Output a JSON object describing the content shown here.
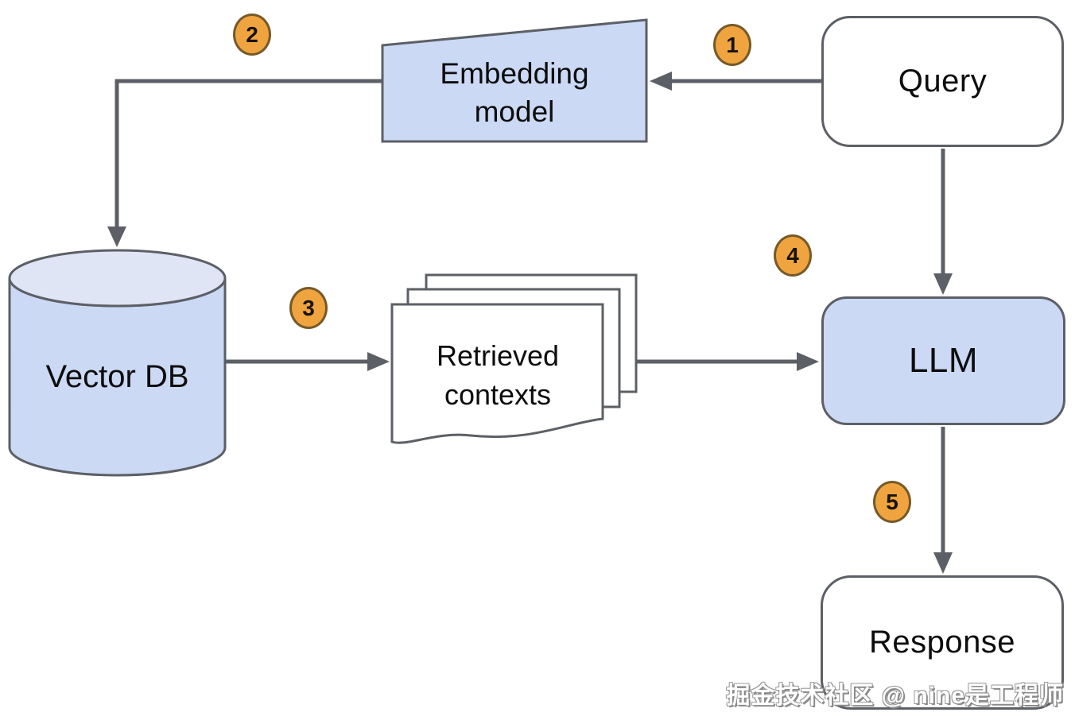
{
  "nodes": {
    "query": {
      "label": "Query"
    },
    "embedding_model": {
      "line1": "Embedding",
      "line2": "model"
    },
    "vector_db": {
      "label": "Vector DB"
    },
    "retrieved_contexts": {
      "line1": "Retrieved",
      "line2": "contexts"
    },
    "llm": {
      "label": "LLM"
    },
    "response": {
      "label": "Response"
    }
  },
  "step_badges": [
    "1",
    "2",
    "3",
    "4",
    "5"
  ],
  "colors": {
    "node_blue_fill": "#cbd9f4",
    "cylinder_top_fill": "#dfe5f5",
    "node_white_fill": "#ffffff",
    "shape_border_gray": "#5c6066",
    "arrow_gray": "#5c6066",
    "badge_orange_fill": "#f0a43f",
    "badge_border_brown": "#755a28",
    "label_black": "#0d0d0d"
  },
  "watermark": {
    "text": "掘金技术社区 @ nine是工程师"
  }
}
